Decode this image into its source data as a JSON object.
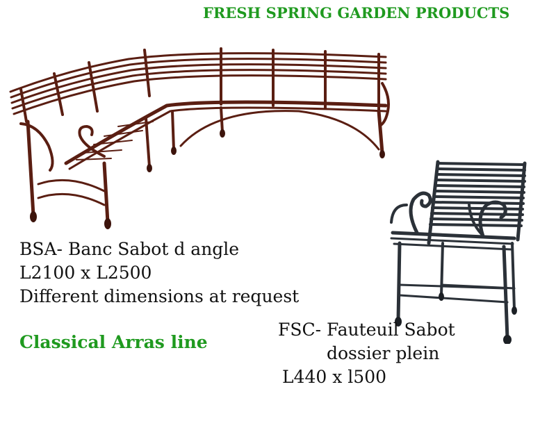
{
  "header": {
    "title": "FRESH SPRING GARDEN PRODUCTS",
    "title_color": "#1f9a1f"
  },
  "bench": {
    "code_name": "BSA- Banc Sabot d angle",
    "dimensions": "L2100 x L2500",
    "note": "Different dimensions at request",
    "color": "#5a1e12"
  },
  "collection": {
    "name": "Classical Arras line",
    "color": "#1f9a1f"
  },
  "chair": {
    "code_name": "FSC- Fauteuil Sabot",
    "code_name_line2": "dossier plein",
    "dimensions": "L440 x l500",
    "color": "#2b3138"
  }
}
